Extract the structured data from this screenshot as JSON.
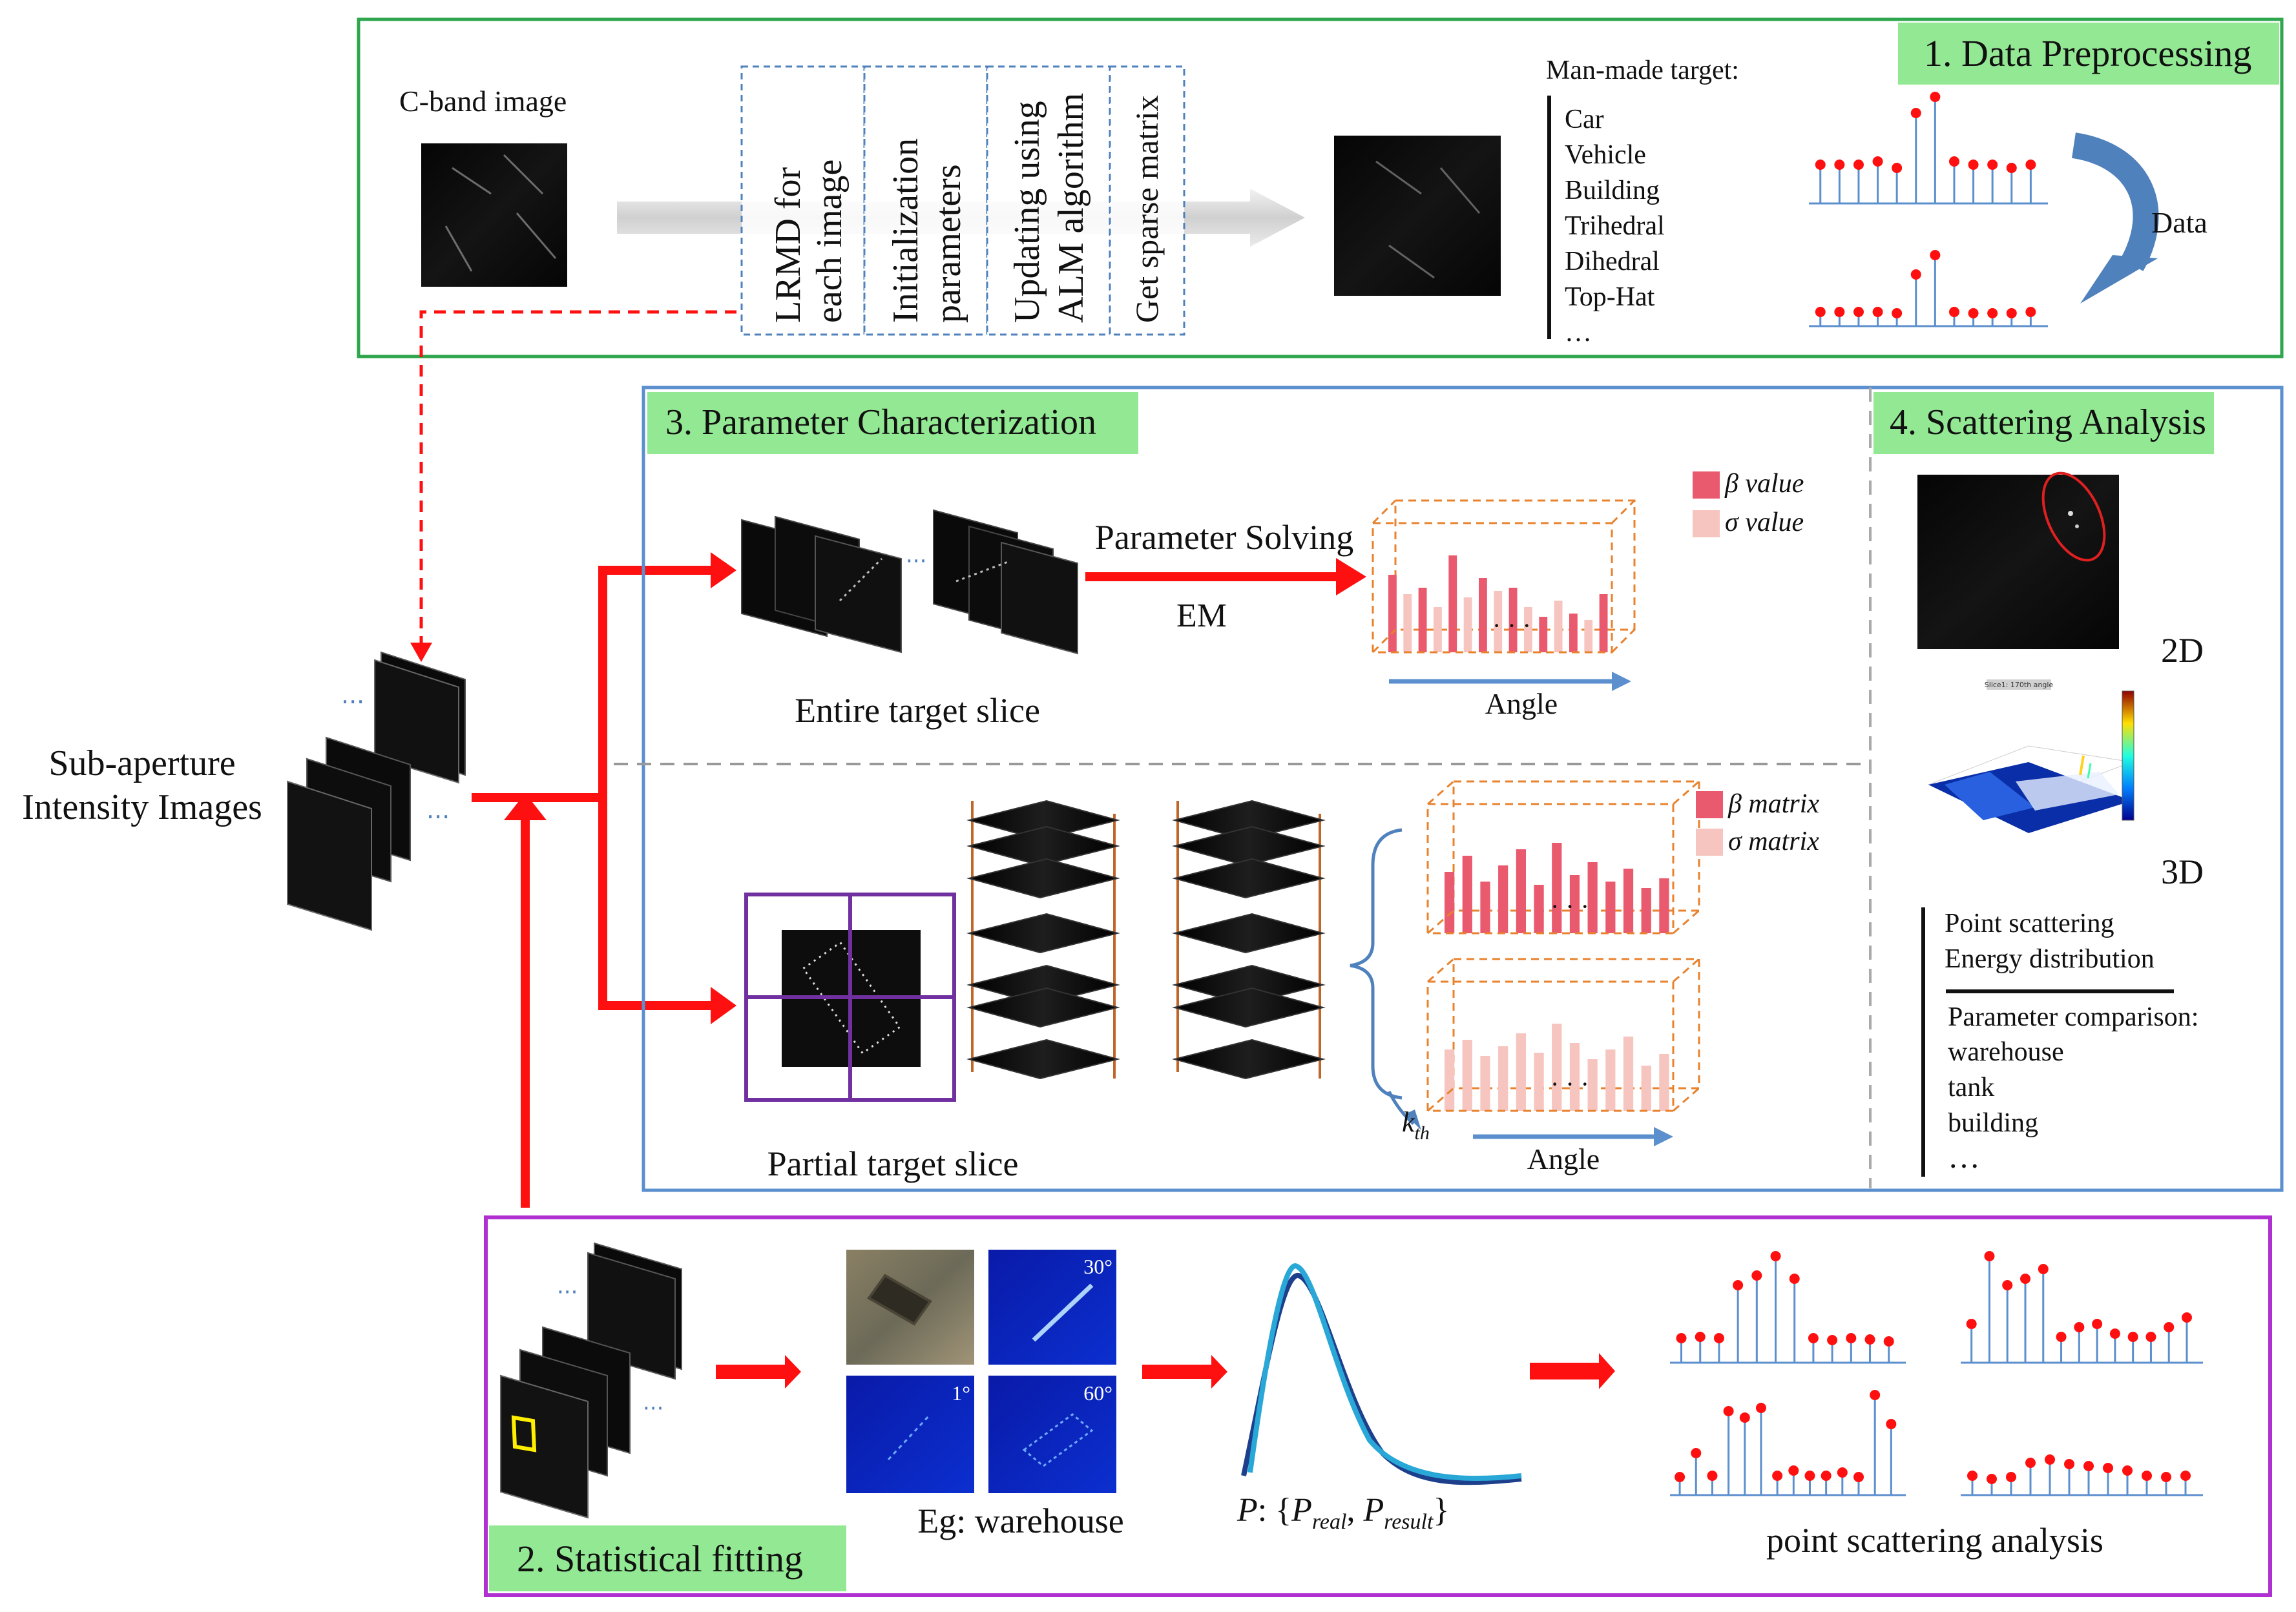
{
  "colors": {
    "sec1_border": "#2ea64d",
    "sec3_border": "#5b8fcd",
    "sec2_border": "#b02fd0",
    "label_bg": "#93e893",
    "arrow_red": "#ff1010",
    "stem_blue": "#5b8fcd",
    "dot_red": "#ff1010",
    "beta_color": "#ea5a6e",
    "sigma_color": "#f7c5bf",
    "box_orange": "#e8822d",
    "purple_frame": "#7030a0",
    "pipeline_blue": "#4f81bd"
  },
  "section1": {
    "label": "1. Data Preprocessing",
    "cband_label": "C-band image",
    "pipeline": [
      "LRMD for each image",
      "Initialization parameters",
      "Updating using ALM algorithm",
      "Get sparse matrix"
    ],
    "targets_title": "Man-made target:",
    "targets": [
      "Car",
      "Vehicle",
      "Building",
      "Trihedral",
      "Dihedral",
      "Top-Hat",
      "…"
    ],
    "data_label": "Data"
  },
  "section3": {
    "label": "3. Parameter Characterization",
    "parameter_solving": "Parameter Solving",
    "em": "EM",
    "entire_slice": "Entire target slice",
    "partial_slice": "Partial target slice",
    "angle": "Angle",
    "beta_value": "β value",
    "sigma_value": "σ value",
    "beta_matrix": "β matrix",
    "sigma_matrix": "σ matrix",
    "kth": "k",
    "kth_sub": "th",
    "dots": "…"
  },
  "section4": {
    "label": "4. Scattering Analysis",
    "label_2d": "2D",
    "label_3d": "3D",
    "plot_title": "Slice1: 170th angle",
    "notes_a": [
      "Point scattering",
      "Energy distribution"
    ],
    "notes_b_title": "Parameter comparison:",
    "notes_b": [
      "warehouse",
      "tank",
      "building",
      "…"
    ]
  },
  "left": {
    "title_line1": "Sub-aperture",
    "title_line2": "Intensity Images"
  },
  "section2": {
    "label": "2. Statistical fitting",
    "example": "Eg: warehouse",
    "angles": [
      "30°",
      "1°",
      "60°"
    ],
    "formula_p": "P",
    "formula_real": "real",
    "formula_result": "result",
    "analysis": "point scattering analysis"
  }
}
